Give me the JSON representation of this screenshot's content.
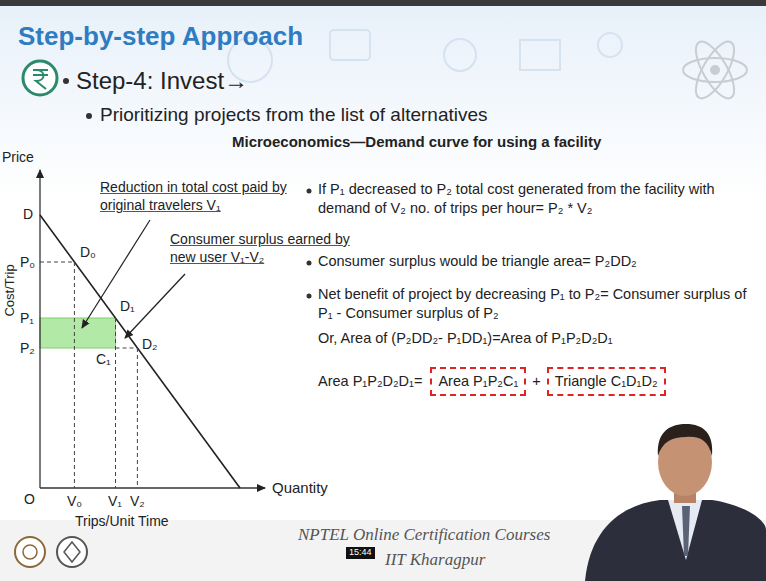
{
  "diagram": {
    "title": "Step-by-step Approach",
    "nodes": [
      {
        "text": [
          "Area P₁P₂C₁"
        ]
      },
      {
        "text": [
          "Triangle C₁D₁D₂"
        ]
      }
    ],
    "labels": [
      "Step-4: Invest→",
      "Prioritizing projects from the list of alternatives",
      "Microeconomics—Demand curve for using a facility",
      "Price",
      "Reduction in total cost paid by original travelers V₁",
      "D",
      "P₀",
      "D₀",
      "Consumer surplus earned by new user V₁-V₂",
      "Cost/Trip",
      "P₁",
      "D₁",
      "P₂",
      "D₂",
      "C₁",
      "O",
      "V₀",
      "V₁",
      "V₂",
      "Quantity",
      "Trips/Unit Time",
      "If P₁ decreased to P₂ total cost generated from the facility with demand of V₂ no. of trips per hour= P₂ * V₂",
      "Consumer surplus would be triangle area= P₂DD₂",
      "Net benefit of project by decreasing P₁ to P₂= Consumer surplus of P₁ - Consumer surplus of P₂",
      "Or, Area of (P₂DD₂- P₁DD₁)=Area of P₁P₂D₂D₁",
      "Area P₁P₂D₂D₁=",
      "+",
      "NPTEL Online Certification Courses",
      "15:44",
      "IIT Kharagpur"
    ]
  }
}
